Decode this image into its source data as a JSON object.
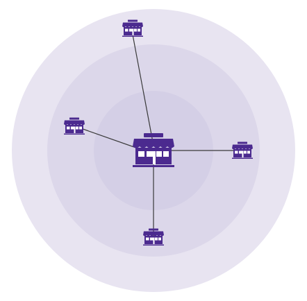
{
  "diagram": {
    "colors": {
      "background": "#ffffff",
      "ring_outer": "#e8e4f1",
      "ring_middle": "#dcd7ea",
      "ring_inner": "#d4cfe6",
      "connector": "#3a3a3a",
      "icon_fill": "#4b2a8f",
      "icon_window": "#ffffff"
    },
    "hub": {
      "icon": "storefront-icon"
    },
    "nodes": [
      {
        "id": "top",
        "icon": "storefront-icon"
      },
      {
        "id": "left",
        "icon": "storefront-icon"
      },
      {
        "id": "right",
        "icon": "storefront-icon"
      },
      {
        "id": "bottom",
        "icon": "storefront-icon"
      }
    ]
  }
}
